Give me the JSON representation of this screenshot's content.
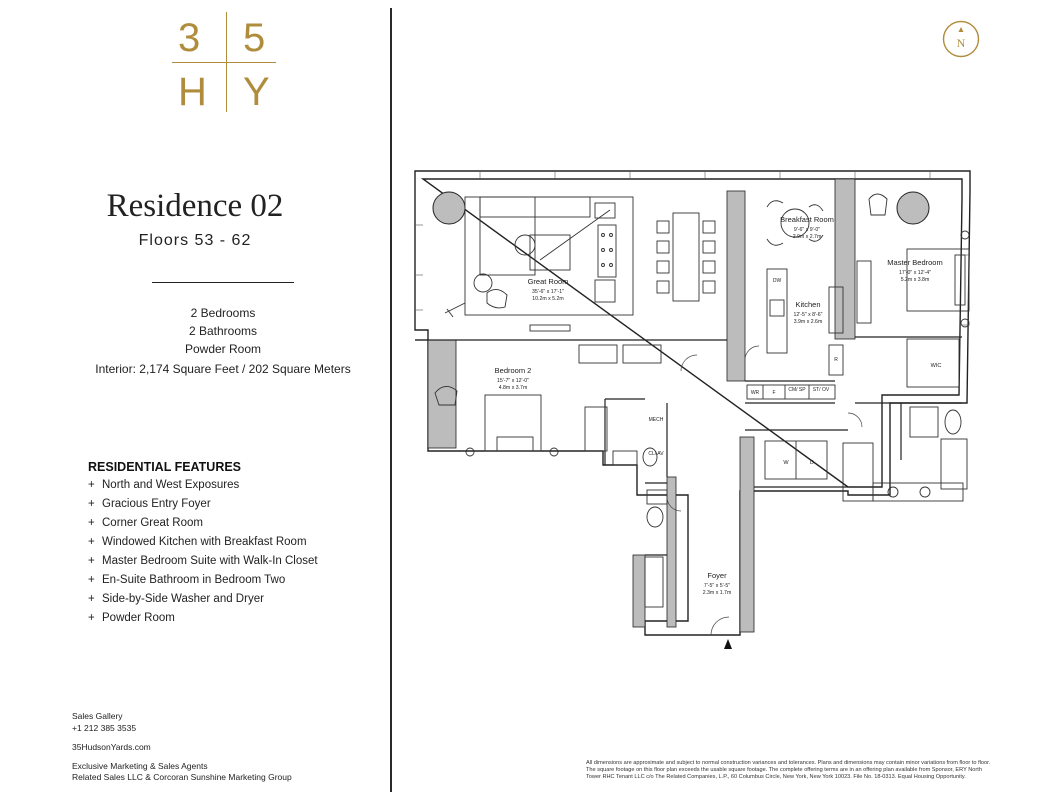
{
  "logo": {
    "top_left": "3",
    "top_right": "5",
    "bottom_left": "H",
    "bottom_right": "Y"
  },
  "compass": {
    "letter": "N"
  },
  "residence": {
    "title": "Residence 02",
    "floors": "Floors 53 - 62"
  },
  "specs": {
    "bedrooms": "2 Bedrooms",
    "bathrooms": "2 Bathrooms",
    "powder": "Powder Room",
    "interior": "Interior: 2,174 Square Feet / 202 Square Meters"
  },
  "features": {
    "heading": "RESIDENTIAL FEATURES",
    "marker": "+",
    "items": [
      "North and West Exposures",
      "Gracious Entry Foyer",
      "Corner Great Room",
      "Windowed Kitchen with Breakfast Room",
      "Master Bedroom Suite with Walk-In Closet",
      "En-Suite Bathroom in Bedroom Two",
      "Side-by-Side Washer and Dryer",
      "Powder Room"
    ]
  },
  "contact": {
    "gallery_label": "Sales Gallery",
    "phone": "+1 212 385 3535",
    "website": "35HudsonYards.com",
    "agents_label": "Exclusive Marketing & Sales Agents",
    "agents": "Related Sales LLC & Corcoran Sunshine Marketing Group"
  },
  "disclaimer": "All dimensions are approximate and subject to normal construction variances and tolerances. Plans and dimensions may contain minor variations from floor to floor. The square footage on this floor plan exceeds the usable square footage. The complete offering terms are in an offering plan available from Sponsor, ERY North Tower RHC Tenant LLC c/o The Related Companies, L.P., 60 Columbus Circle, New York, New York 10023. File No. 18-0313. Equal Housing Opportunity.",
  "plan": {
    "great_room": {
      "name": "Great Room",
      "imperial": "35'-6\" x 17'-1\"",
      "metric": "10.2m x 5.2m"
    },
    "breakfast_room": {
      "name": "Breakfast Room",
      "imperial": "9'-6\" x 9'-0\"",
      "metric": "2.9m x 2.7m"
    },
    "kitchen": {
      "name": "Kitchen",
      "imperial": "12'-5\" x 8'-6\"",
      "metric": "3.9m x 2.6m"
    },
    "master_bedroom": {
      "name": "Master Bedroom",
      "imperial": "17'-0\" x 12'-4\"",
      "metric": "5.2m x 3.8m"
    },
    "bedroom_2": {
      "name": "Bedroom 2",
      "imperial": "15'-7\" x 12'-0\"",
      "metric": "4.8m x 3.7m"
    },
    "foyer": {
      "name": "Foyer",
      "imperial": "7'-5\" x 5'-5\"",
      "metric": "2.3m x 1.7m"
    },
    "labels": {
      "dw": "DW",
      "wr": "WR",
      "f": "F",
      "cm_sp": "CM/\nSP",
      "st_ov": "ST/\nOV",
      "r": "R",
      "wic": "WIC",
      "mech": "MECH",
      "cl_av": "CL/\nAV",
      "w": "W",
      "d": "D"
    }
  }
}
